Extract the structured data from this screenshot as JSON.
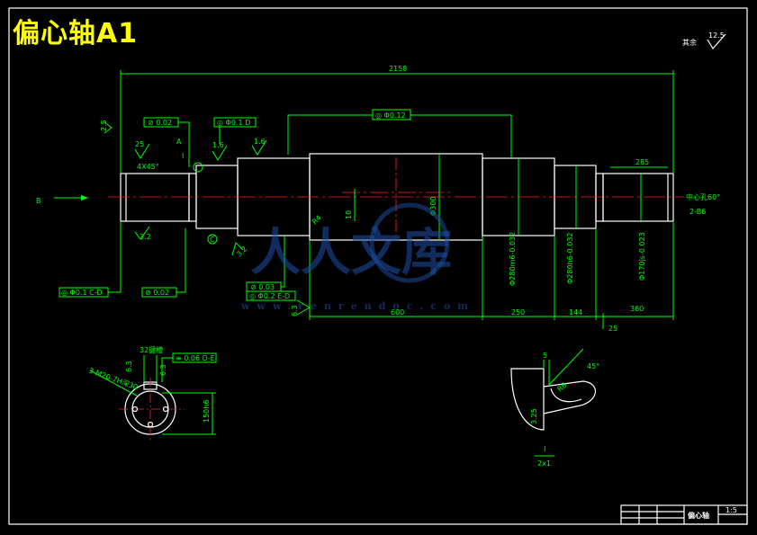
{
  "title": "偏心轴A1",
  "roughness_note": {
    "label": "其余",
    "value": "12.5"
  },
  "dims": {
    "overall_length": "2158",
    "len_600": "600",
    "len_250": "250",
    "len_144": "144",
    "len_360": "360",
    "len_285": "285",
    "len_25": "25",
    "ecc_10": "10",
    "dia_300": "Φ300",
    "dia_280": "Φ280h6-0.032",
    "dia_280b": "Φ280m6-0.032",
    "dia_170": "Φ170js-0.023",
    "chamfer": "4X45°",
    "r4": "R4",
    "r8": "R8",
    "d5": "5",
    "d45": "45°",
    "d325": "3.25",
    "dim_32": "32",
    "dim_150": "150h6"
  },
  "roughness": {
    "r25": "25",
    "r32": "3.2",
    "r16a": "1.6",
    "r16b": "1.6",
    "r63": "6.3",
    "r25b": "2.5",
    "r32b": "3.2",
    "r63b": "6.3",
    "r63c": "6.3"
  },
  "tolerances": {
    "t1": "⊘ 0.02",
    "t2": "◎ Φ0.1 D",
    "t3": "◎ Φ0.12",
    "t4": "◎ Φ0.1 C-D",
    "t5": "⊘ 0.02",
    "t6": "⊘ 0.03",
    "t7": "◎ Φ0.2 E-D",
    "t8": "≡ 0.06 D-E"
  },
  "labels": {
    "view_b": "B",
    "view_a": "A",
    "detail_i": "I",
    "detail_i2": "I",
    "detail_scale": "2x1",
    "center_hole": "中心孔60°",
    "center_hole2": "2-B6",
    "c_label": "C",
    "keyway": "32键槽",
    "holes": "3-M20-7H深30"
  },
  "title_block": {
    "name": "偏心轴",
    "scale": "1:5"
  },
  "watermark": {
    "main": "人人文库",
    "url": "www.renrendoc.com"
  }
}
